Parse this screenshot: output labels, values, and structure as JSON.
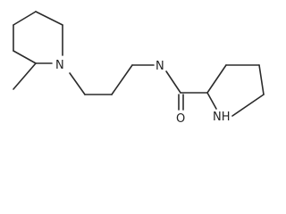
{
  "molecule": {
    "atoms": {
      "piperidine_nitrogen": "N",
      "amide_nitrogen": "N",
      "amide_oxygen": "O",
      "pyrrolidine_nh": "NH"
    }
  }
}
